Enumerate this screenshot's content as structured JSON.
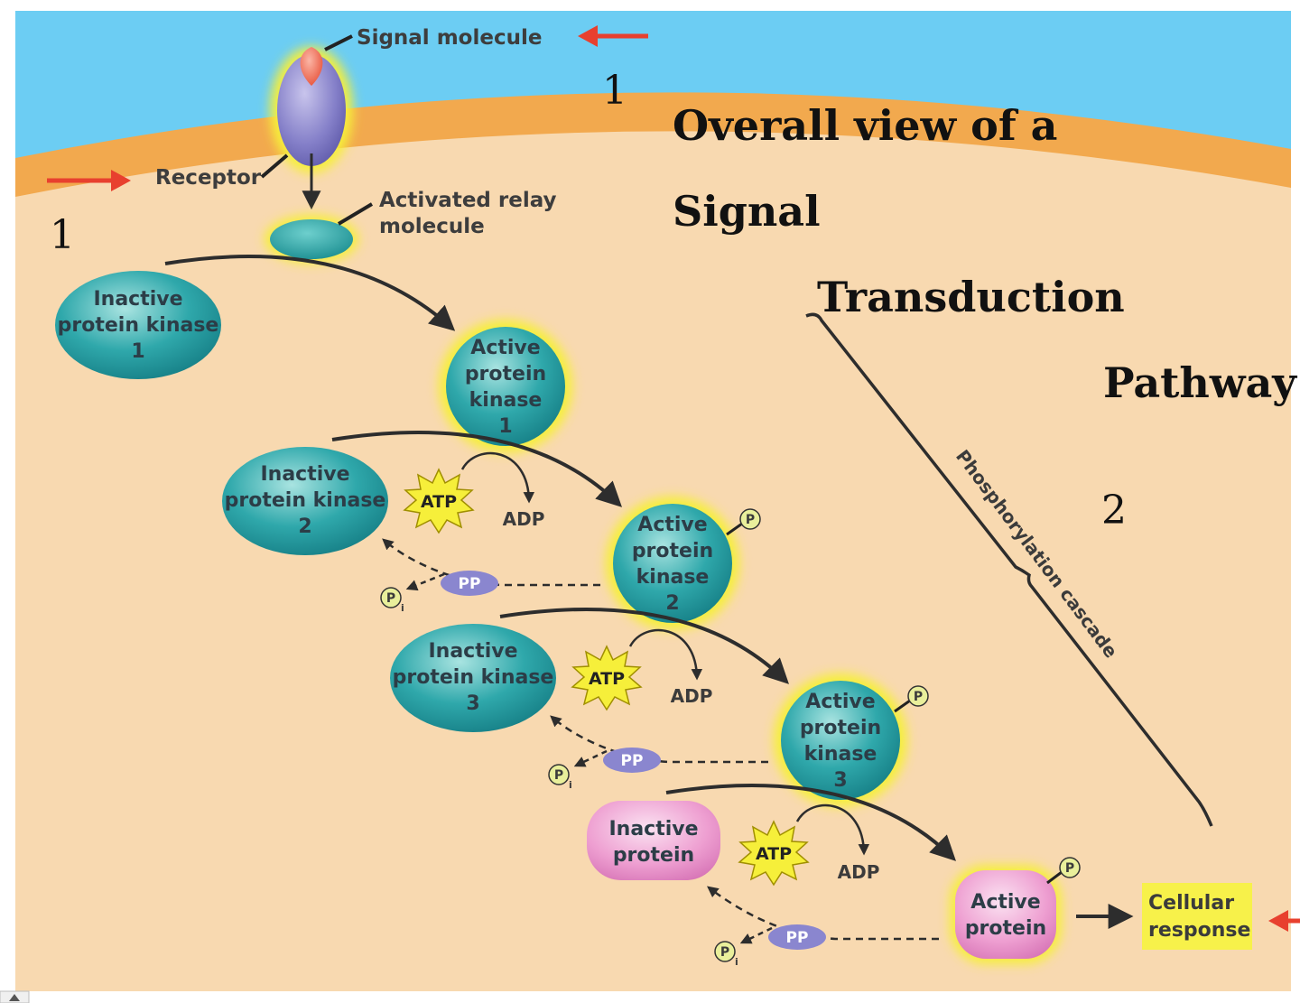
{
  "title": {
    "lines": [
      "Overall view of a",
      "Signal",
      "Transduction",
      "Pathway"
    ]
  },
  "markers": {
    "one_top": "1",
    "one_left": "1",
    "two": "2"
  },
  "labels": {
    "signal_molecule": "Signal molecule",
    "receptor": "Receptor",
    "relay_line1": "Activated relay",
    "relay_line2": "molecule",
    "cascade": "Phosphorylation cascade",
    "cellular_line1": "Cellular",
    "cellular_line2": "response"
  },
  "kinases": {
    "inactive1": [
      "Inactive",
      "protein kinase",
      "1"
    ],
    "active1": [
      "Active",
      "protein",
      "kinase",
      "1"
    ],
    "inactive2": [
      "Inactive",
      "protein kinase",
      "2"
    ],
    "active2": [
      "Active",
      "protein",
      "kinase",
      "2"
    ],
    "inactive3": [
      "Inactive",
      "protein kinase",
      "3"
    ],
    "active3": [
      "Active",
      "protein",
      "kinase",
      "3"
    ],
    "inactive_protein": [
      "Inactive",
      "protein"
    ],
    "active_protein": [
      "Active",
      "protein"
    ]
  },
  "molecules": {
    "atp": "ATP",
    "adp": "ADP",
    "pp": "PP",
    "p": "P",
    "pi_sub": "i"
  },
  "colors": {
    "extracellular": "#6ccdf3",
    "membrane": "#f2a94e",
    "cytoplasm": "#f8d9b0",
    "kinase": "#2ea7aa",
    "active_glow": "#f6ef3a",
    "protein": "#ef9fd2",
    "phosphatase": "#8a86cf",
    "arrow_red": "#e8402e",
    "cellular_response_bg": "#f7f14a"
  }
}
